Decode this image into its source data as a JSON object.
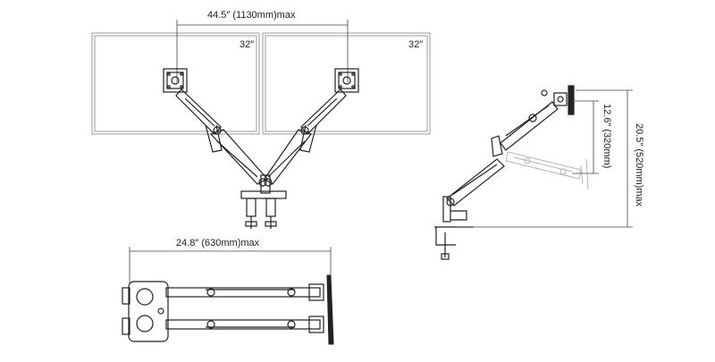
{
  "front_view": {
    "width_dim": "44.5″  (1130mm)max",
    "left_monitor_size": "32″",
    "right_monitor_size": "32″"
  },
  "top_view": {
    "reach_dim": "24.8″  (630mm)max"
  },
  "side_view": {
    "lift_dim": "12.6″  (320mm)",
    "height_dim": "20.5″  (520mm)max"
  },
  "colors": {
    "line": "#222222",
    "frame": "#9a9a9a",
    "dim_line": "#444444"
  }
}
